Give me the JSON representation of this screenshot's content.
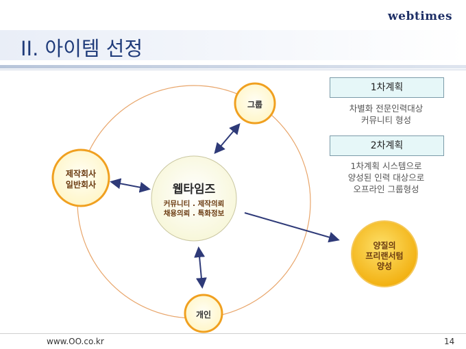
{
  "header": {
    "logo_text": "webtimes",
    "title": "II. 아이템 선정"
  },
  "center": {
    "title": "웹타임즈",
    "line1": "커뮤니티 . 제작의뢰",
    "line2": "채용의뢰 . 특화정보"
  },
  "nodes": {
    "group": "그룹",
    "companies_line1": "제작회사",
    "companies_line2": "일반회사",
    "individual": "개인",
    "freelancer_line1": "양질의",
    "freelancer_line2": "프리랜서텀",
    "freelancer_line3": "양성"
  },
  "plans": [
    {
      "label": "1차계획",
      "desc_line1": "차별화 전문인력대상",
      "desc_line2": "커뮤니티 형성"
    },
    {
      "label": "2차계획",
      "desc_line1": "1차계획 시스템으로",
      "desc_line2": "양성된 인력 대상으로",
      "desc_line3": "오프라인 그룹형성"
    }
  ],
  "footer": {
    "url": "www.OO.co.kr",
    "page": "14"
  },
  "colors": {
    "title": "#1f3b7a",
    "orbit": "#e8a56a",
    "node_border": "#f0a020",
    "node_fill": "#fffbe0",
    "center_fill": "#fdfde4",
    "arrow": "#2e3a78",
    "freelancer_fill": "#f8c020",
    "plan_fill": "#e6f7f8"
  }
}
